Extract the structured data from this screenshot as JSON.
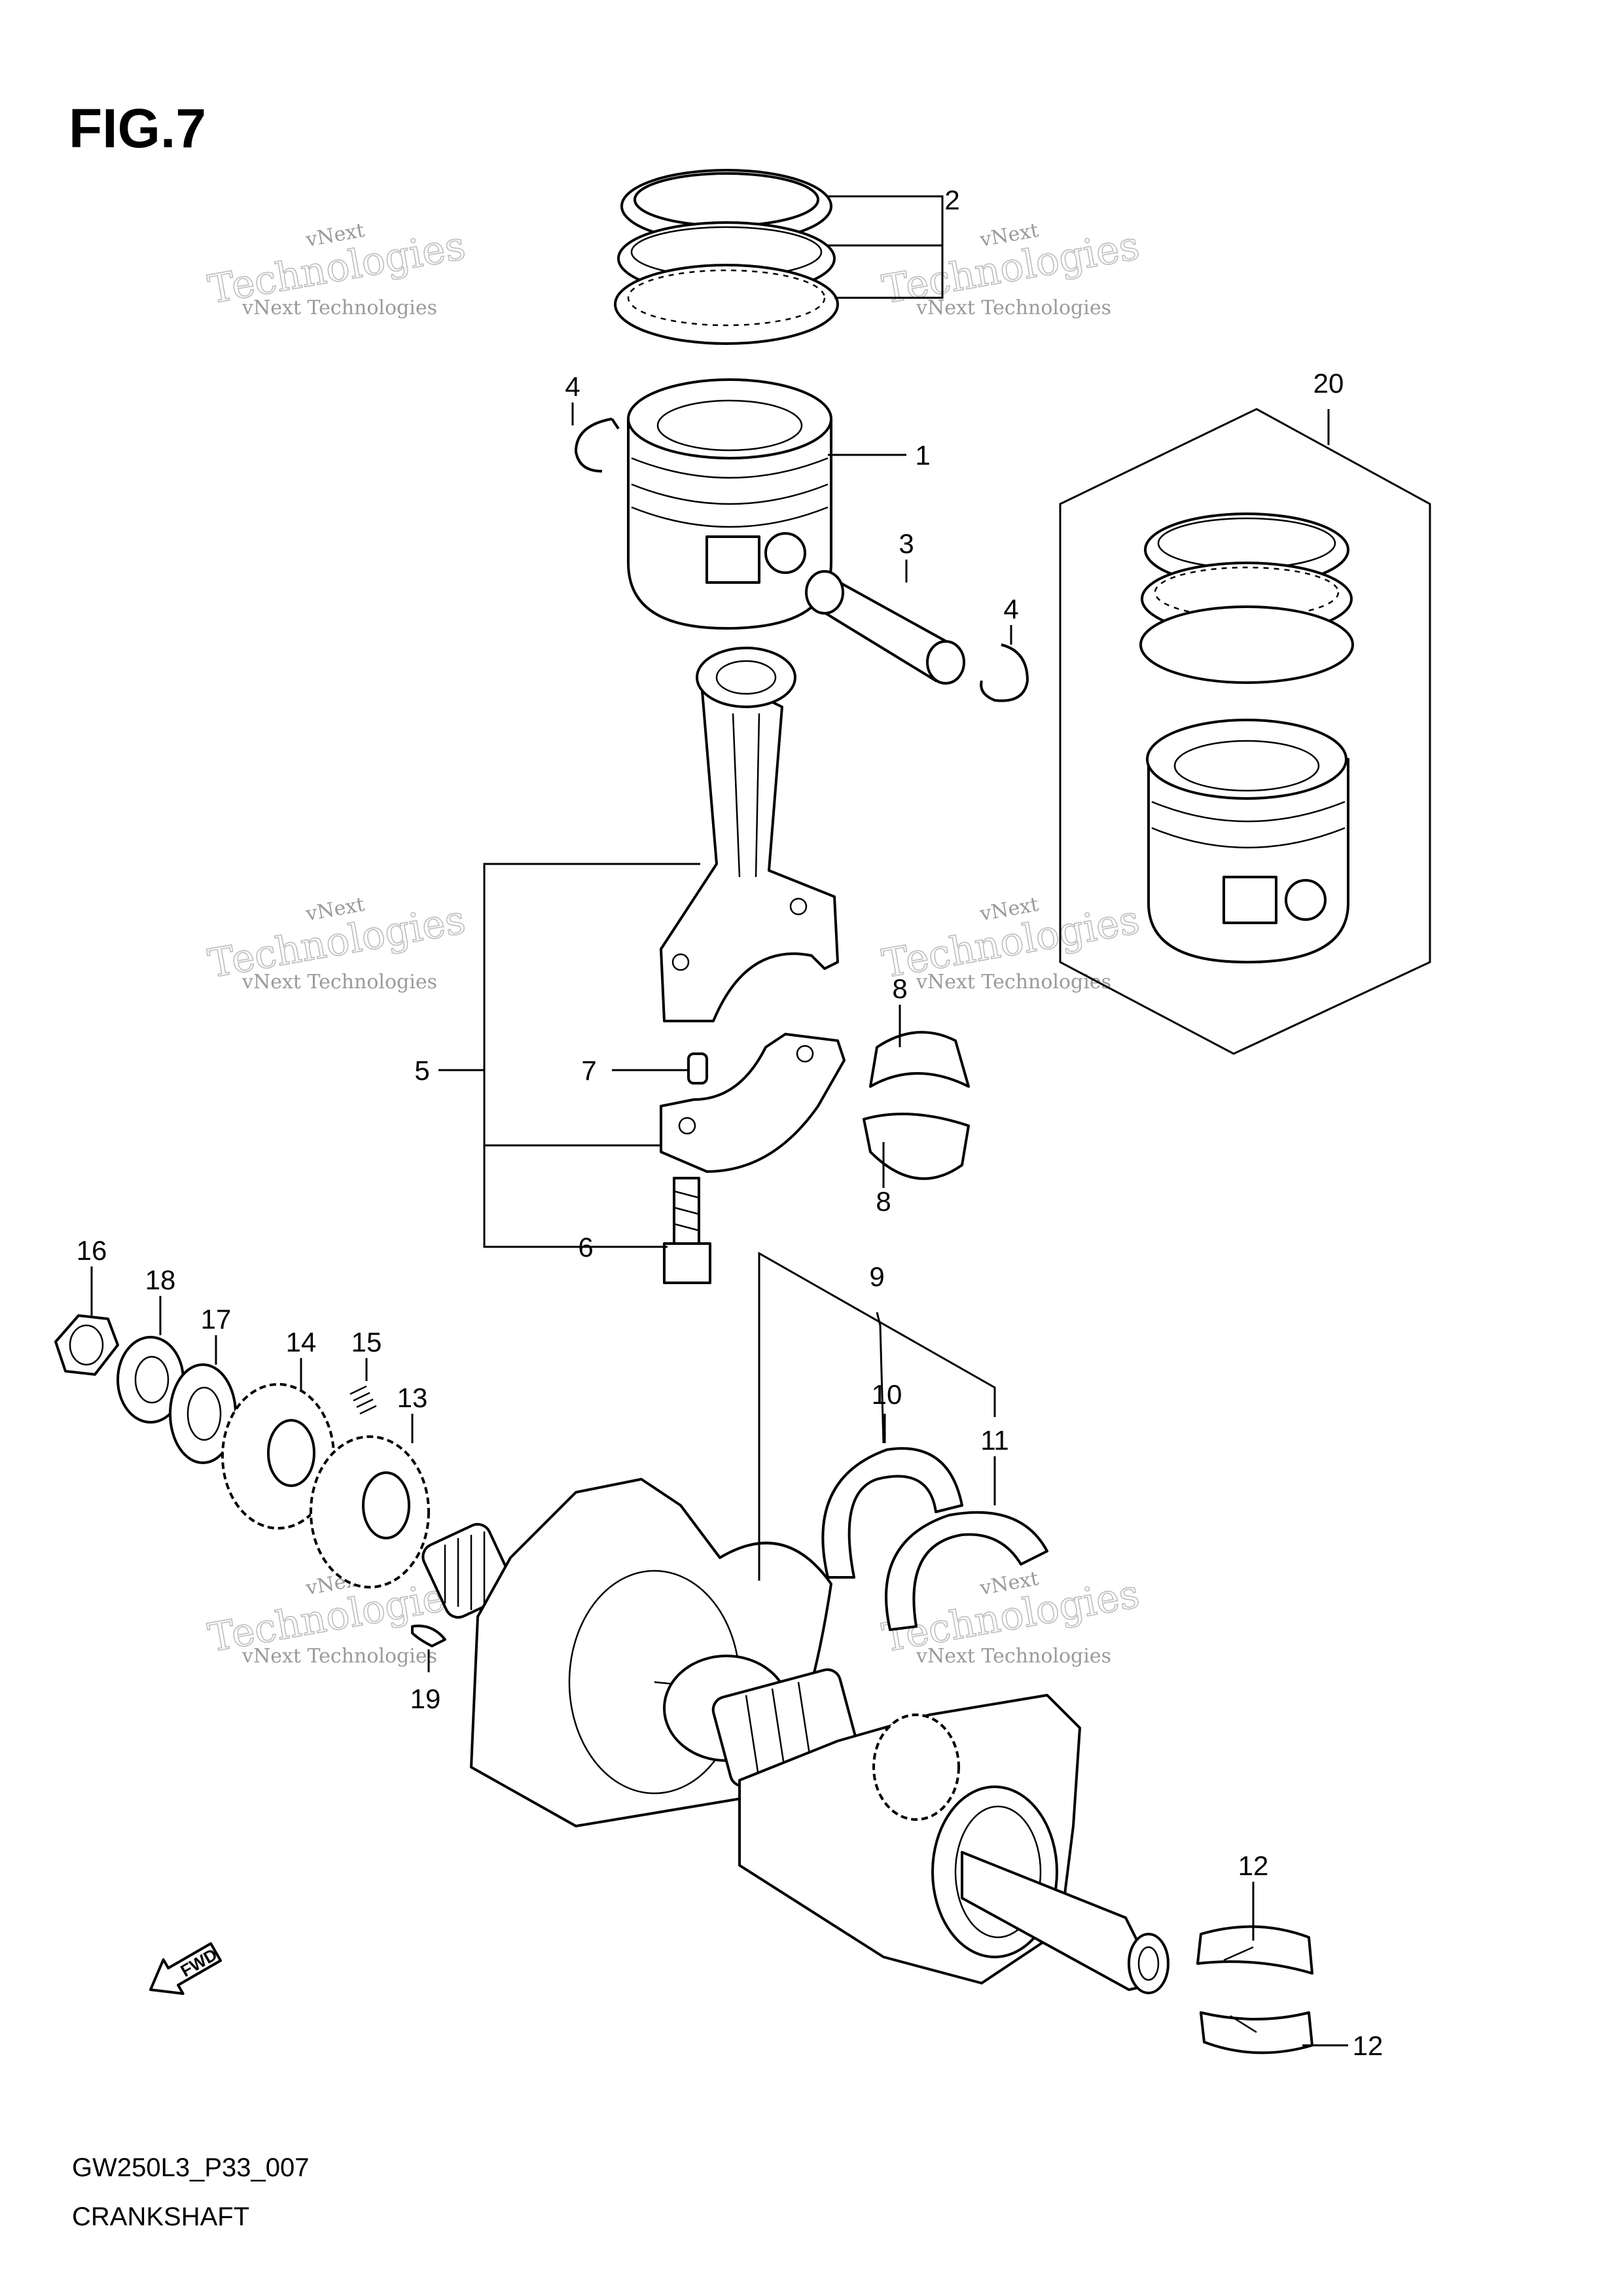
{
  "figure": {
    "title": "FIG.7",
    "code": "GW250L3_P33_007",
    "caption": "CRANKSHAFT",
    "direction_badge": "FWD"
  },
  "watermark": {
    "line1": "vNext Technologies",
    "line2": "Technologies",
    "line3": "vNext"
  },
  "callouts": [
    "1",
    "2",
    "3",
    "4",
    "4",
    "5",
    "6",
    "7",
    "8",
    "8",
    "9",
    "10",
    "11",
    "12",
    "12",
    "13",
    "14",
    "15",
    "16",
    "17",
    "18",
    "19",
    "20"
  ]
}
